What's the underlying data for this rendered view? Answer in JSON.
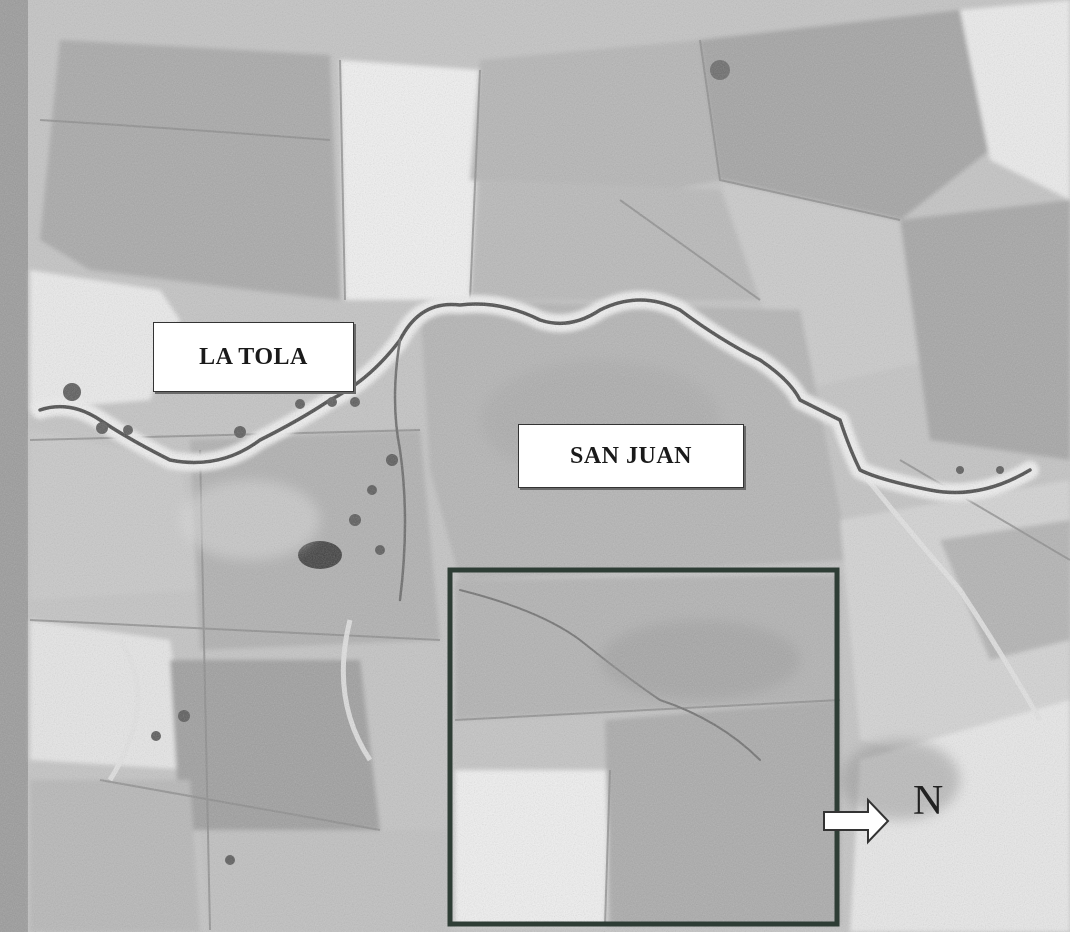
{
  "map": {
    "style": "grayscale aerial photograph",
    "labels": {
      "la_tola": "LA TOLA",
      "san_juan": "SAN JUAN"
    },
    "north_arrow": {
      "letter": "N",
      "direction": "east"
    },
    "study_area": {
      "shape": "rectangle",
      "border_color": "#2e3d35"
    },
    "river": {
      "color": "#4a4a4a"
    }
  }
}
